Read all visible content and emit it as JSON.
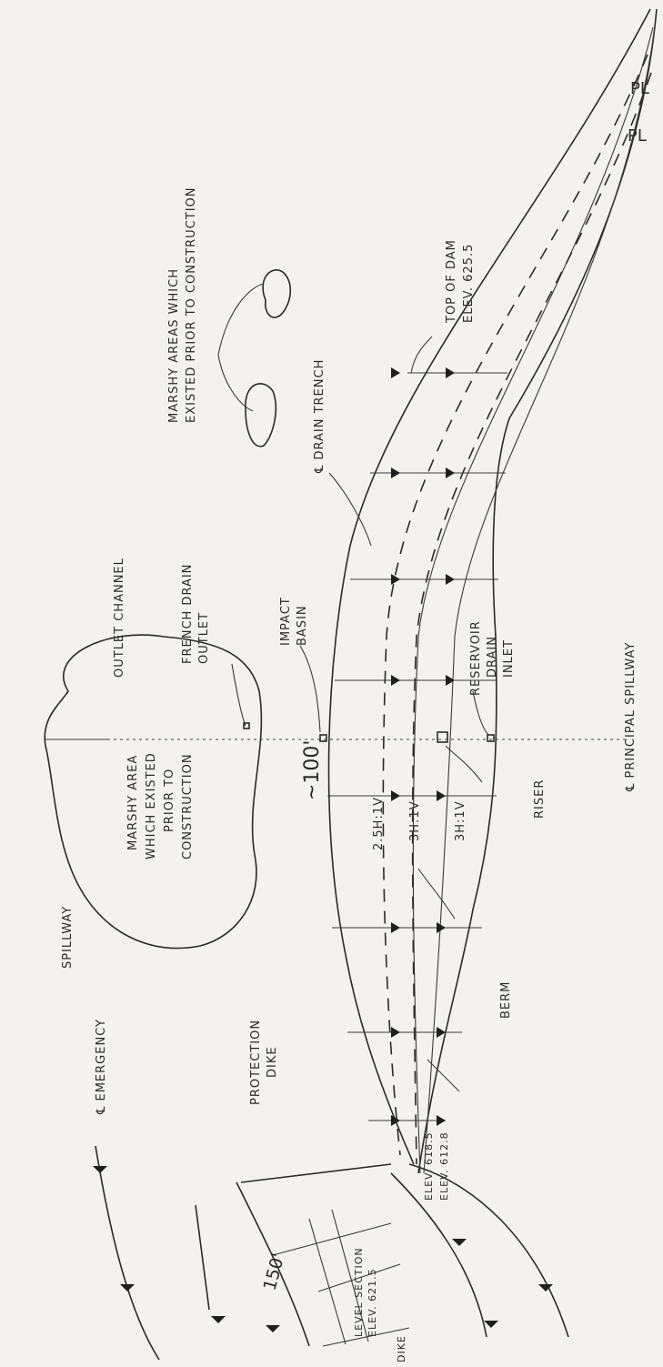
{
  "header": {
    "pl_top": "PL",
    "pl_bottom": "PL"
  },
  "labels": {
    "outlet_channel": "OUTLET CHANNEL",
    "marshy_top_1": "MARSHY AREAS WHICH",
    "marshy_top_2": "EXISTED PRIOR TO CONSTRUCTION",
    "drain_trench": "℄ DRAIN TRENCH",
    "top_of_dam_1": "TOP OF DAM",
    "top_of_dam_2": "ELEV. 625.5",
    "french_drain_1": "FRENCH DRAIN",
    "french_drain_2": "OUTLET",
    "impact_basin_1": "IMPACT",
    "impact_basin_2": "BASIN",
    "reservoir_drain_1": "RESERVOIR",
    "reservoir_drain_2": "DRAIN",
    "reservoir_drain_3": "INLET",
    "principal_spillway": "℄ PRINCIPAL SPILLWAY",
    "riser": "RISER",
    "marshy_mid_1": "MARSHY AREA",
    "marshy_mid_2": "WHICH EXISTED",
    "marshy_mid_3": "PRIOR TO",
    "marshy_mid_4": "CONSTRUCTION",
    "dim_100": "~100'",
    "slope_1": "2.5H:1V",
    "slope_2": "3H:1V",
    "slope_3": "3H:1V",
    "spillway": "SPILLWAY",
    "emergency": "℄ EMERGENCY",
    "protection_1": "PROTECTION",
    "protection_2": "DIKE",
    "berm": "BERM",
    "elev_a": "ELEV. 618.5",
    "elev_b": "ELEV. 612.8",
    "dim_150": "150'",
    "level_1": "LEVEL SECTION",
    "level_2": "ELEV. 621.5",
    "dike": "DIKE"
  }
}
